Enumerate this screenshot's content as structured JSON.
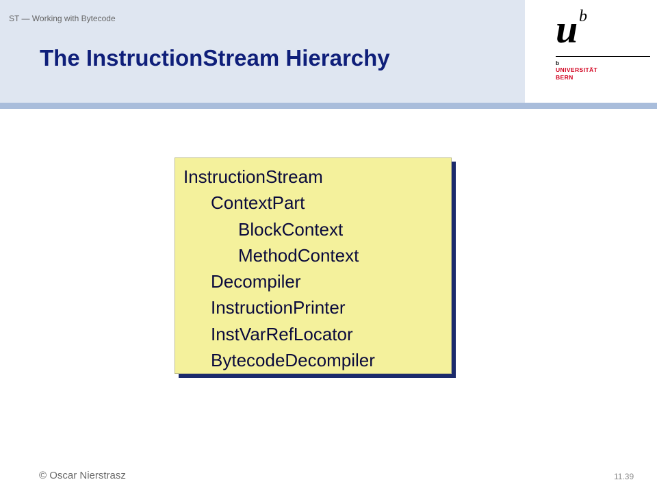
{
  "header": {
    "course": "ST — Working with Bytecode",
    "title": "The InstructionStream Hierarchy"
  },
  "logo": {
    "u": "u",
    "b": "b",
    "small_b": "b",
    "line1": "UNIVERSITÄT",
    "line2": "BERN"
  },
  "hierarchy": [
    {
      "label": "InstructionStream",
      "depth": 0
    },
    {
      "label": "ContextPart",
      "depth": 1
    },
    {
      "label": "BlockContext",
      "depth": 2
    },
    {
      "label": "MethodContext",
      "depth": 2
    },
    {
      "label": "Decompiler",
      "depth": 1
    },
    {
      "label": "InstructionPrinter",
      "depth": 1
    },
    {
      "label": "InstVarRefLocator",
      "depth": 1
    },
    {
      "label": "BytecodeDecompiler",
      "depth": 1
    }
  ],
  "footer": {
    "author": "© Oscar Nierstrasz",
    "page": "11.39"
  }
}
